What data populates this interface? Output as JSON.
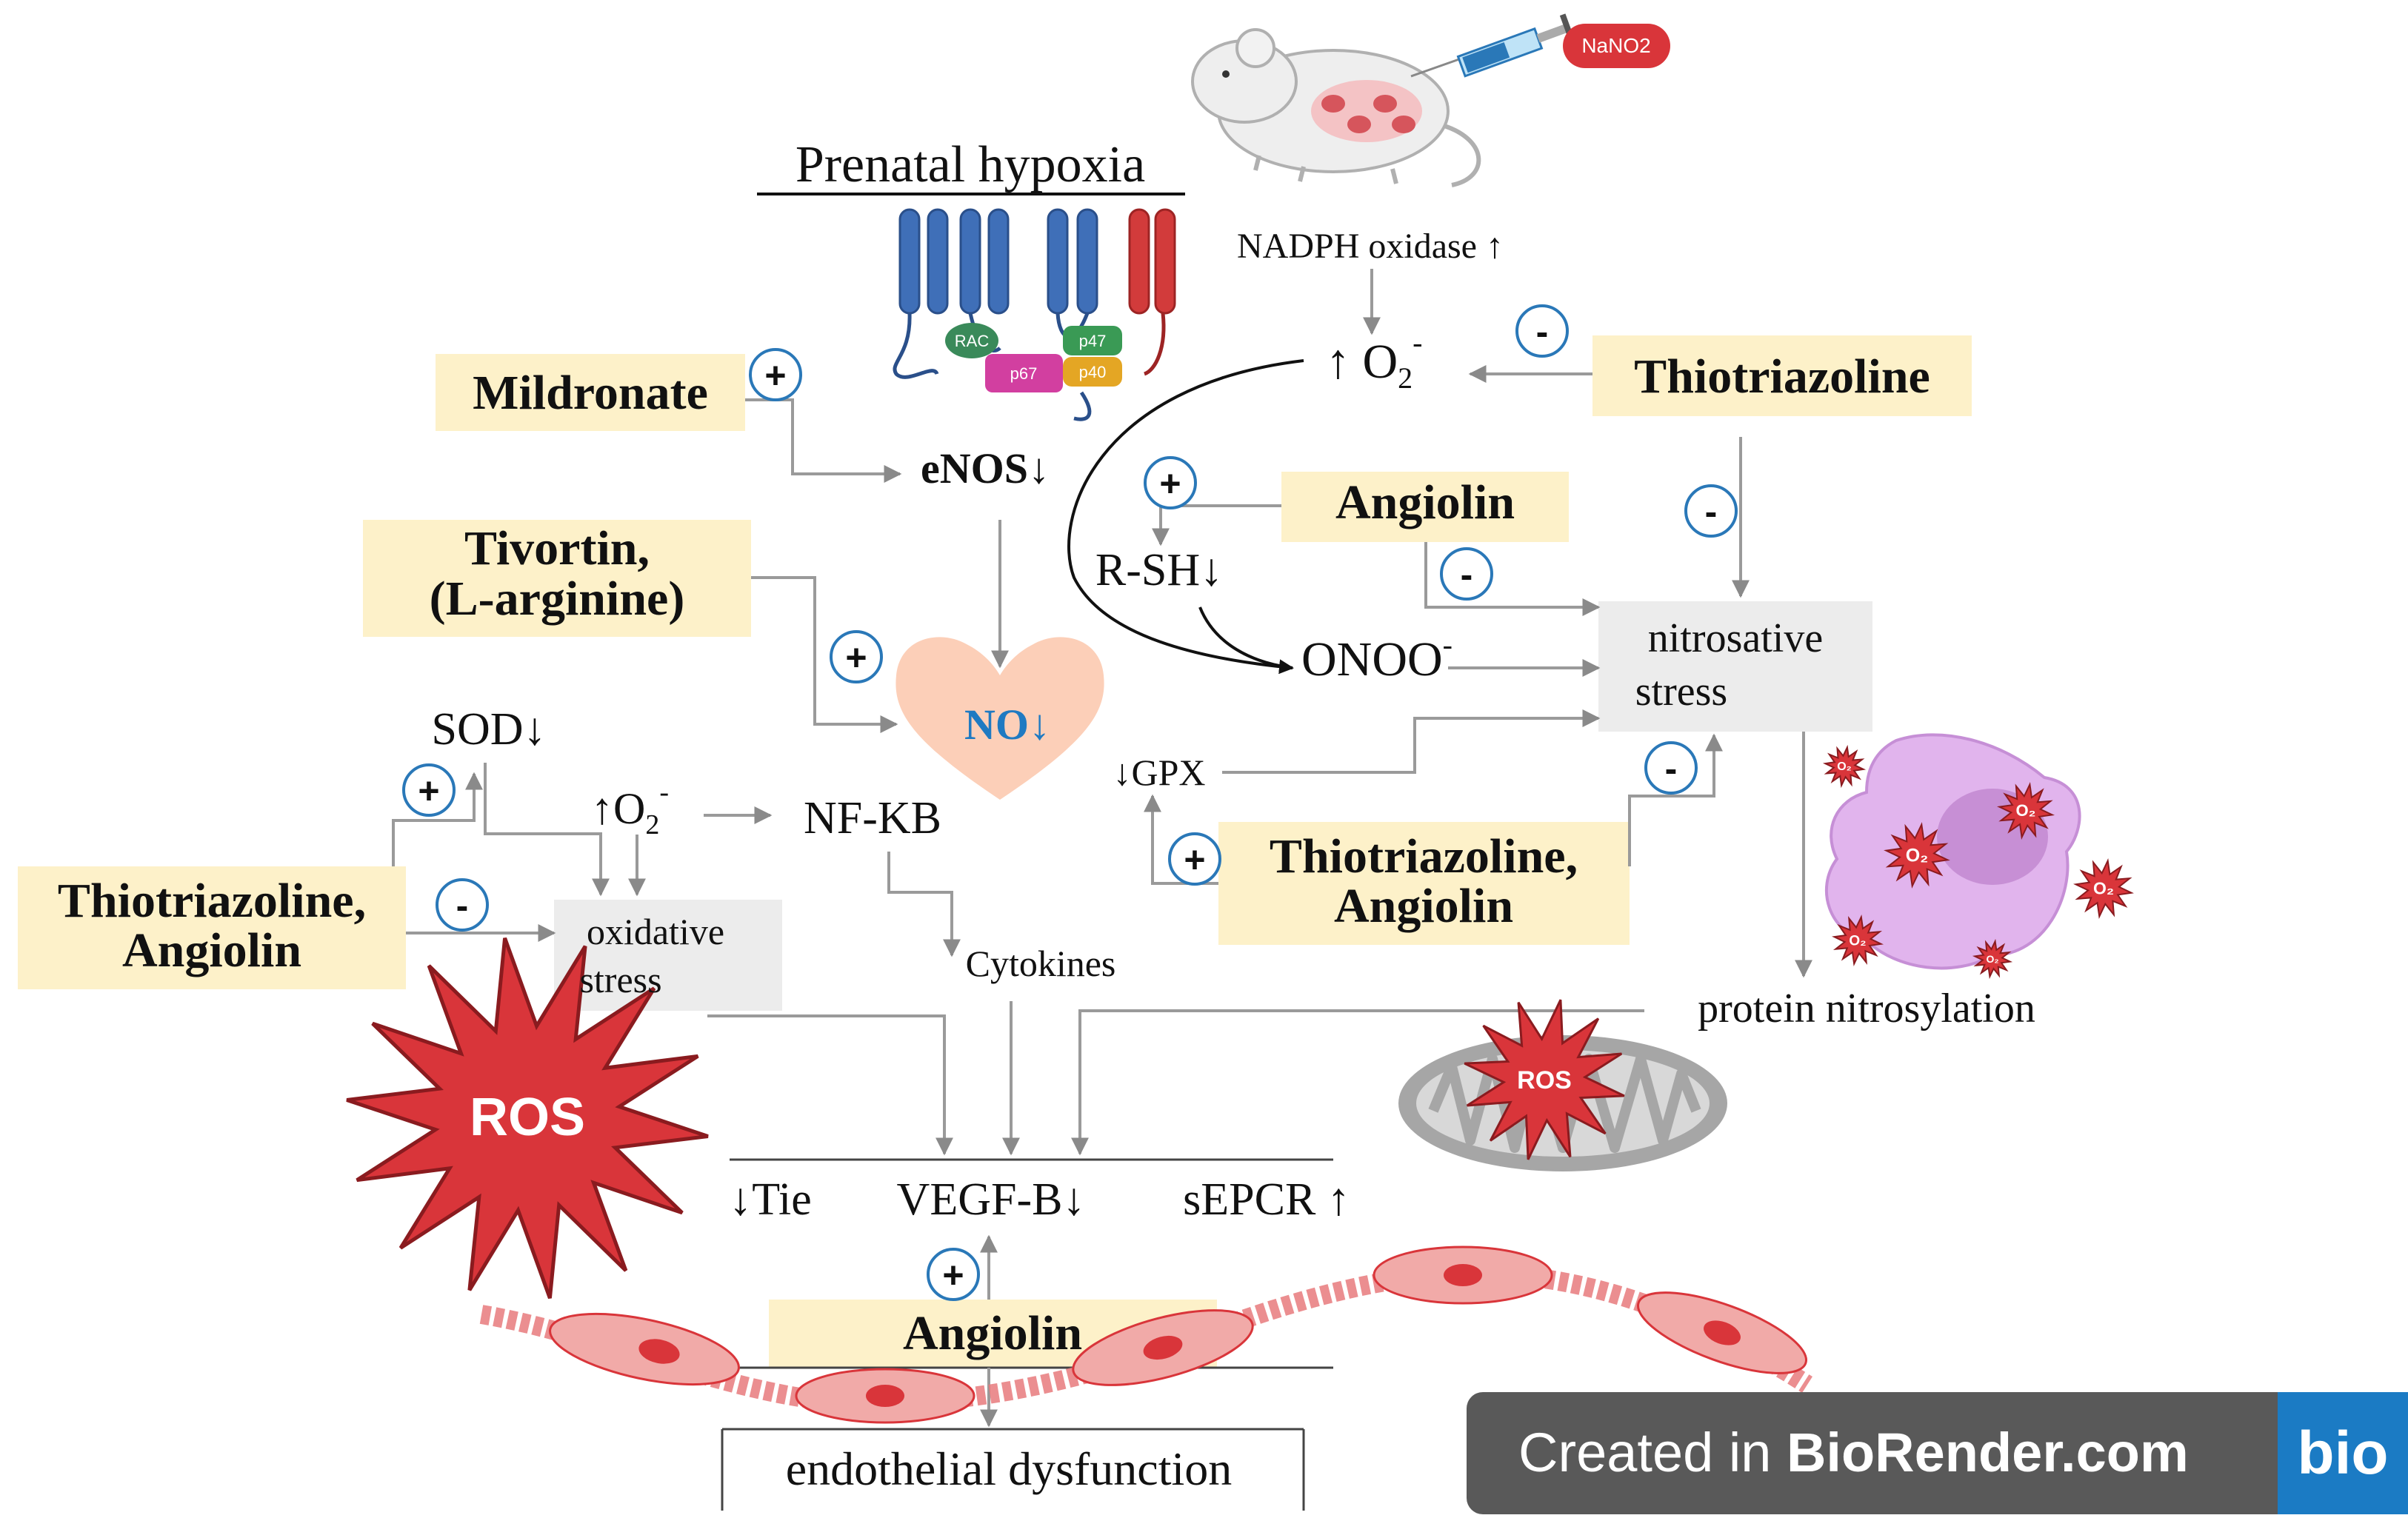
{
  "title": "Prenatal hypoxia",
  "drugs": {
    "mildronate": "Mildronate",
    "thiotriazoline_top": "Thiotriazoline",
    "angiolin_mid": "Angiolin",
    "tivortin_line1": "Tivortin,",
    "tivortin_line2": "(L-arginine)",
    "thio_ang_right_line1": "Thiotriazoline,",
    "thio_ang_right_line2": "Angiolin",
    "thio_ang_left_line1": "Thiotriazoline,",
    "thio_ang_left_line2": "Angiolin",
    "angiolin_bottom": "Angiolin"
  },
  "nodes": {
    "nadph": "NADPH oxidase ↑",
    "o2_top": "↑ O",
    "o2_top_sub": "2",
    "o2_top_sup": "-",
    "enos": "eNOS↓",
    "rsh": "R-SH↓",
    "onoo": "ONOO",
    "onoo_sup": "-",
    "no": "NO↓",
    "nitrosative_1": "nitrosative",
    "nitrosative_2": "stress",
    "sod": "SOD↓",
    "o2_mid": "↑O",
    "o2_mid_sub": "2",
    "o2_mid_sup": "-",
    "nfkb": "NF-KB",
    "gpx": "↓GPX",
    "oxidative_1": "oxidative",
    "oxidative_2": "stress",
    "cytokines": "Cytokines",
    "protein_nitrosylation": "protein nitrosylation",
    "tie": "↓Tie",
    "vegf": "VEGF-B↓",
    "sepcr": "sEPCR ↑",
    "endothelial": "endothelial dysfunction"
  },
  "signs": {
    "plus": "+",
    "minus": "-"
  },
  "ros": {
    "large": "ROS",
    "mito": "ROS",
    "o2_label": "O₂"
  },
  "receptor": {
    "rac": "RAC",
    "p47": "p47",
    "p67": "p67",
    "p40": "p40"
  },
  "syringe_label": "NaNO2",
  "watermark": {
    "prefix": "Created in ",
    "brand": "BioRender.com",
    "logo": "bio"
  },
  "colors": {
    "highlight": "#fdf1c9",
    "gray_box": "#ececec",
    "heart": "#fccfb8",
    "no_text": "#1f7ac2",
    "ros_red": "#d9353a",
    "receptor_blue": "#3f6fb8",
    "receptor_red": "#d23b3b",
    "cell_pink": "#f1aaa8",
    "watermark_bg": "#595959",
    "logo_blue": "#1b7bc4"
  }
}
